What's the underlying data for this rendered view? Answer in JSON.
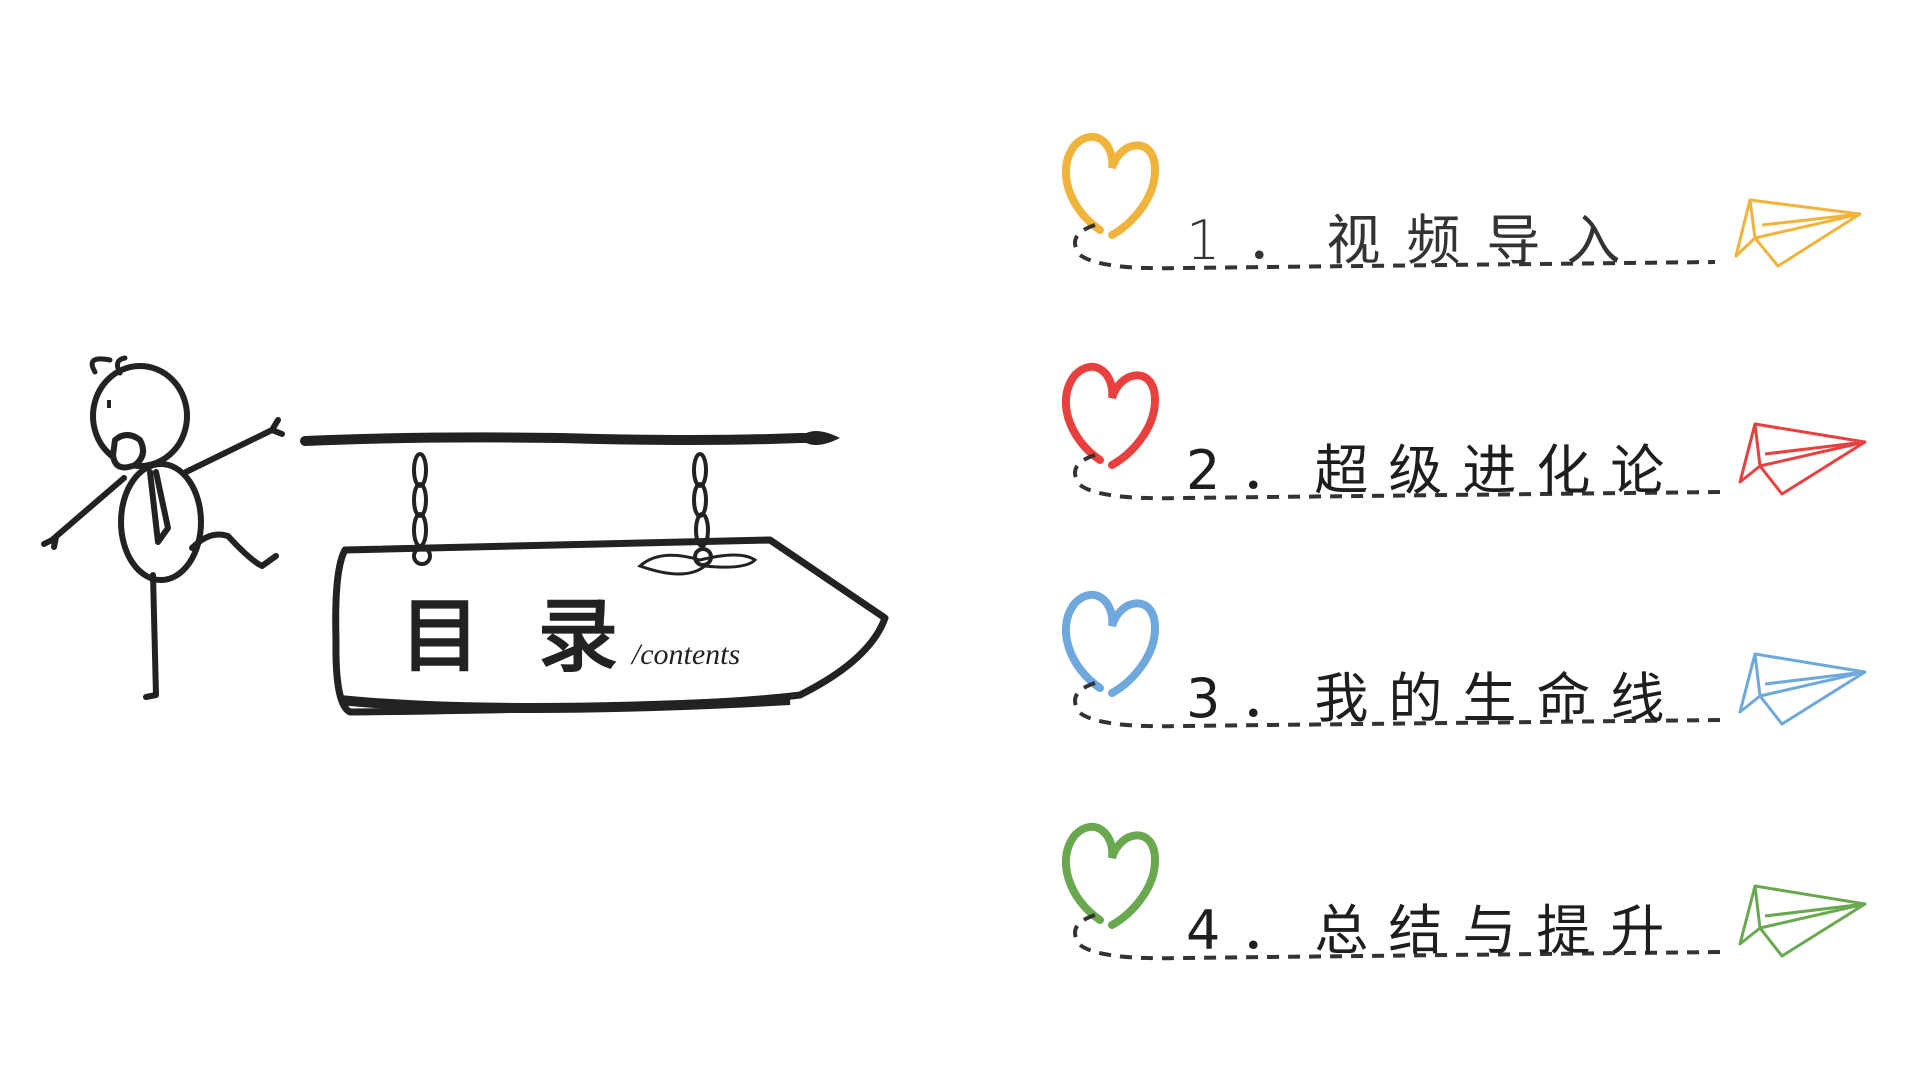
{
  "sign": {
    "title": "目 录",
    "subtitle": "/contents"
  },
  "items": [
    {
      "number": "1",
      "label": "1．视频导入",
      "color": "#f0b43c"
    },
    {
      "number": "2",
      "label": "2．超级进化论",
      "color": "#e8403e"
    },
    {
      "number": "3",
      "label": "3．我的生命线",
      "color": "#6fa8dc"
    },
    {
      "number": "4",
      "label": "4．总结与提升",
      "color": "#6aa84f"
    }
  ]
}
